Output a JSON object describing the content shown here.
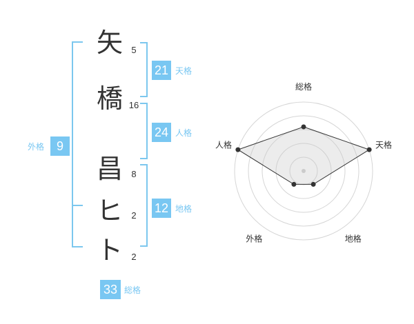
{
  "name": {
    "chars": [
      {
        "char": "矢",
        "strokes": "5"
      },
      {
        "char": "橋",
        "strokes": "16"
      },
      {
        "char": "昌",
        "strokes": "8"
      },
      {
        "char": "ヒ",
        "strokes": "2"
      },
      {
        "char": "ト",
        "strokes": "2"
      }
    ]
  },
  "kakusu": {
    "ten": {
      "value": "21",
      "label": "天格"
    },
    "jin": {
      "value": "24",
      "label": "人格"
    },
    "chi": {
      "value": "12",
      "label": "地格"
    },
    "gai": {
      "value": "9",
      "label": "外格"
    },
    "sou": {
      "value": "33",
      "label": "総格"
    }
  },
  "colors": {
    "accent": "#79c7f2",
    "bracket": "#7cc7ee",
    "text": "#333333"
  },
  "chart_data": {
    "type": "radar",
    "axes": [
      "総格",
      "天格",
      "地格",
      "外格",
      "人格"
    ],
    "levels": 5,
    "max": 5,
    "values": [
      3.2,
      5,
      1.2,
      1.2,
      5
    ]
  }
}
